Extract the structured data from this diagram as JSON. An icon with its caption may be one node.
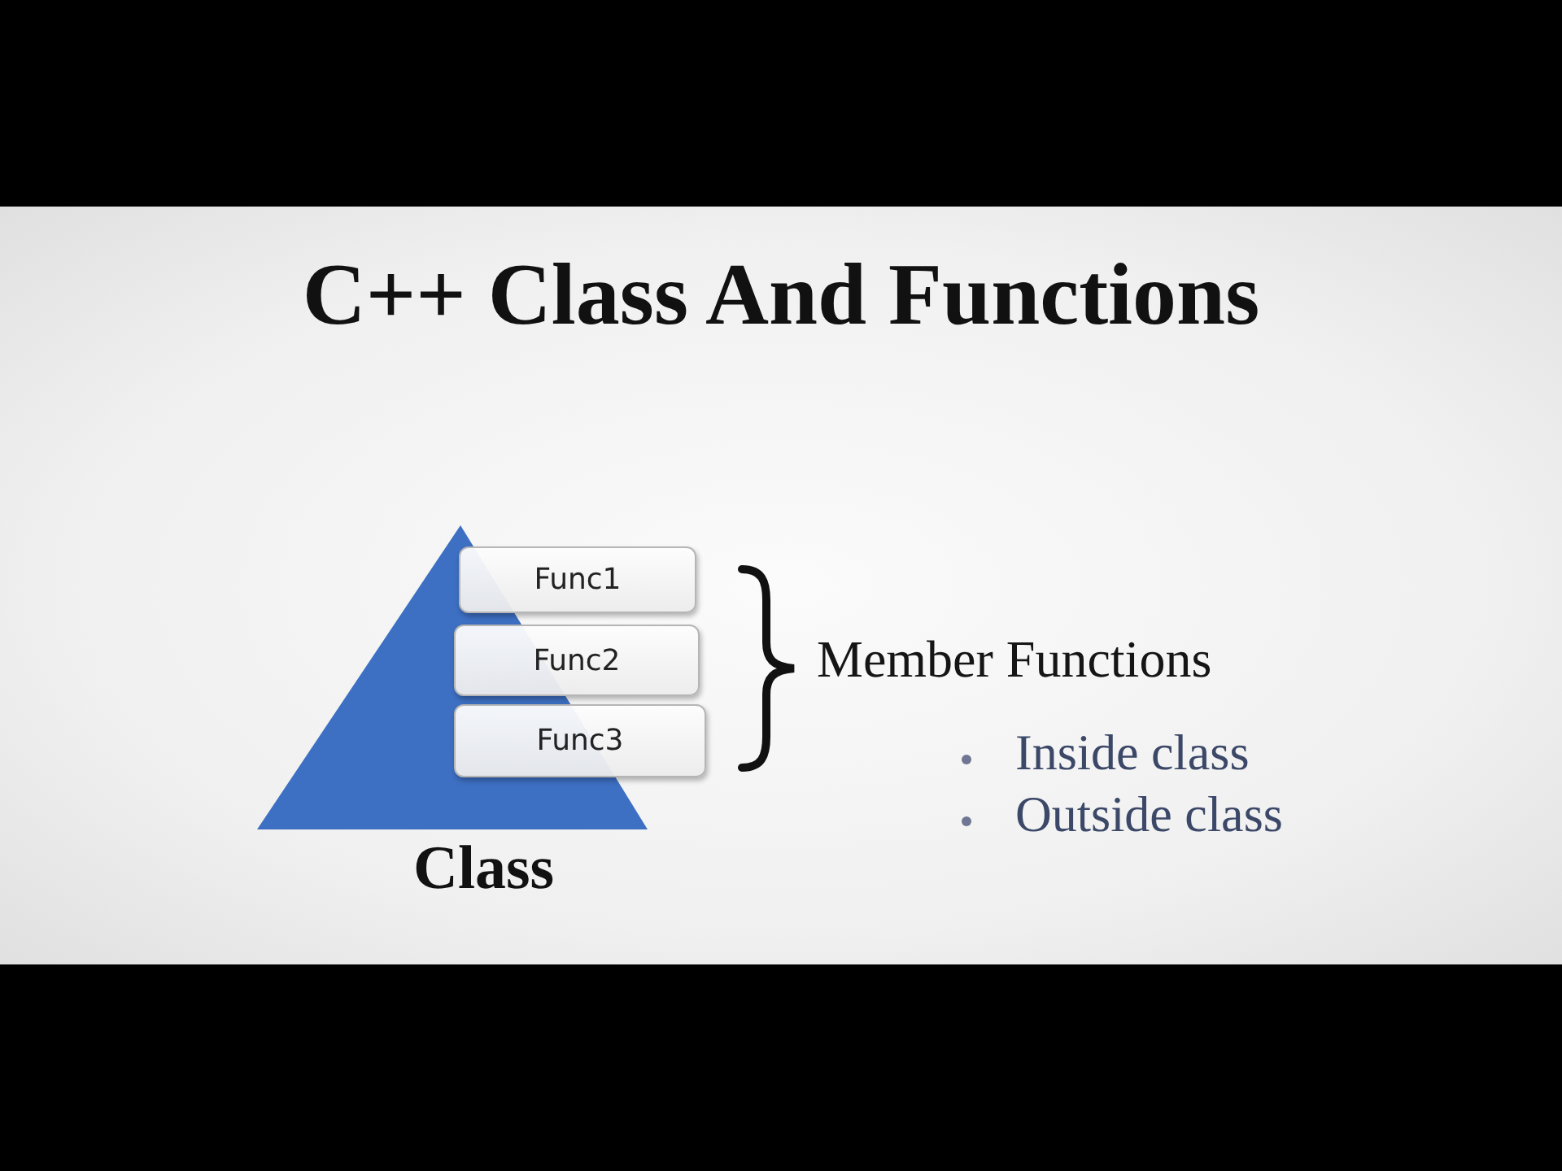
{
  "diagram": {
    "title": "C++ Class And Functions",
    "nodes": [
      {
        "text": [
          "Class"
        ]
      },
      {
        "text": [
          "Func1"
        ]
      },
      {
        "text": [
          "Func2"
        ]
      },
      {
        "text": [
          "Func3"
        ]
      }
    ],
    "labels": [
      "Member Functions",
      "Inside class",
      "Outside class"
    ]
  }
}
